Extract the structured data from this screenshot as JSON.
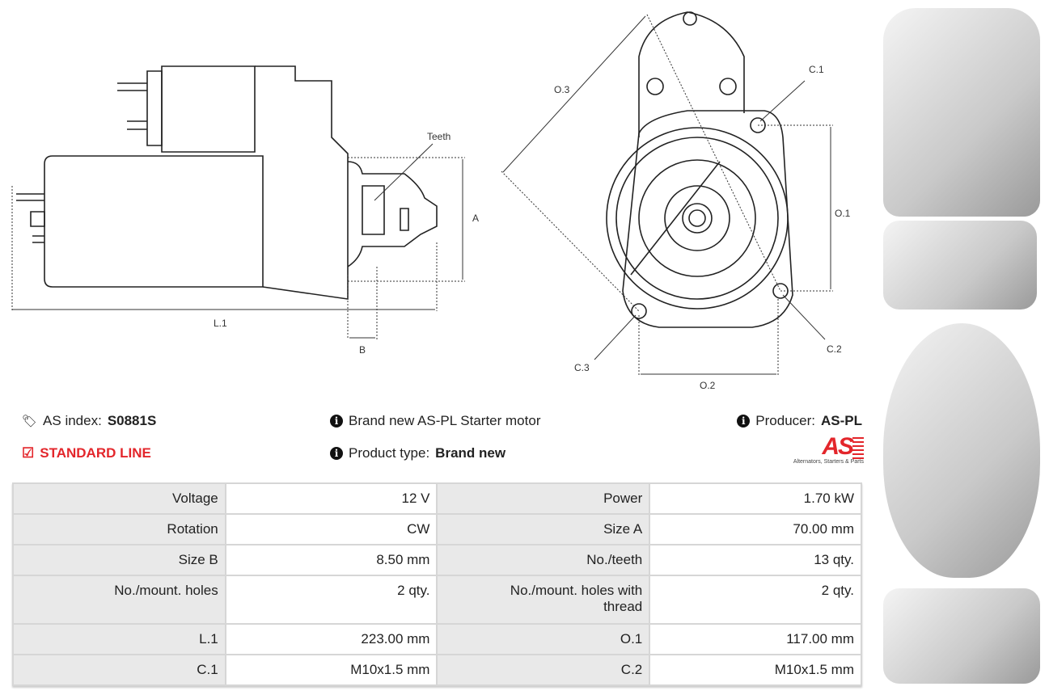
{
  "drawing": {
    "teeth": "Teeth",
    "A": "A",
    "B": "B",
    "L1": "L.1",
    "O3": "O.3",
    "C1": "C.1",
    "O1": "O.1",
    "C2": "C.2",
    "C3": "C.3",
    "O2": "O.2"
  },
  "info": {
    "as_index_label": "AS index:",
    "as_index_value": "S0881S",
    "line": "STANDARD LINE",
    "description": "Brand new AS-PL Starter motor",
    "product_type_label": "Product type:",
    "product_type_value": "Brand new",
    "producer_label": "Producer:",
    "producer_value": "AS-PL",
    "logo_text": "AS",
    "logo_tagline": "Alternators, Starters & Parts",
    "accent": "#e3262b"
  },
  "specs": [
    [
      "Voltage",
      "12 V",
      "Power",
      "1.70 kW"
    ],
    [
      "Rotation",
      "CW",
      "Size A",
      "70.00 mm"
    ],
    [
      "Size B",
      "8.50 mm",
      "No./teeth",
      "13 qty."
    ],
    [
      "No./mount. holes",
      "2 qty.",
      "No./mount. holes with thread",
      "2 qty."
    ],
    [
      "L.1",
      "223.00 mm",
      "O.1",
      "117.00 mm"
    ],
    [
      "C.1",
      "M10x1.5 mm",
      "C.2",
      "M10x1.5 mm"
    ]
  ]
}
